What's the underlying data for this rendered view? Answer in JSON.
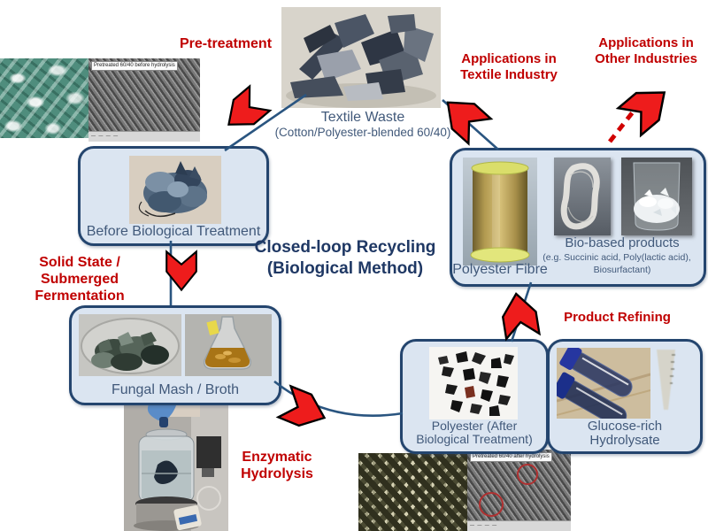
{
  "title": {
    "line1": "Closed-loop Recycling",
    "line2": "(Biological Method)"
  },
  "process_labels": {
    "pretreatment": "Pre-treatment",
    "fermentation_l1": "Solid State / Submerged",
    "fermentation_l2": "Fermentation",
    "enzymatic_l1": "Enzymatic",
    "enzymatic_l2": "Hydrolysis",
    "refining": "Product Refining",
    "app_textile_l1": "Applications in",
    "app_textile_l2": "Textile Industry",
    "app_other_l1": "Applications in",
    "app_other_l2": "Other Industries"
  },
  "nodes": {
    "textile_waste": {
      "label": "Textile Waste",
      "sublabel": "(Cotton/Polyester-blended 60/40)"
    },
    "before_treatment": {
      "label": "Before Biological Treatment"
    },
    "fungal_mash": {
      "label": "Fungal Mash / Broth"
    },
    "polyester_after": {
      "label_l1": "Polyester (After",
      "label_l2": "Biological Treatment)"
    },
    "glucose": {
      "label_l1": "Glucose-rich",
      "label_l2": "Hydrolysate"
    },
    "polyester_fibre": {
      "label": "Polyester Fibre"
    },
    "bio_products": {
      "label": "Bio-based products",
      "sublabel_l1": "(e.g. Succinic acid, Poly(lactic acid),",
      "sublabel_l2": "Biosurfactant)"
    }
  },
  "micrographs": {
    "before_label": "Pretreated 60/40 before hydrolysis",
    "after_label": "Pretreated 60/40 after hydrolysis"
  },
  "colors": {
    "accent_red": "#C00000",
    "arrow_red": "#EE1C1C",
    "node_border": "#24456E",
    "node_fill": "#DBE5F1",
    "label_blue": "#41597A",
    "title_navy": "#1F3864",
    "connector_blue": "#2A5580"
  }
}
